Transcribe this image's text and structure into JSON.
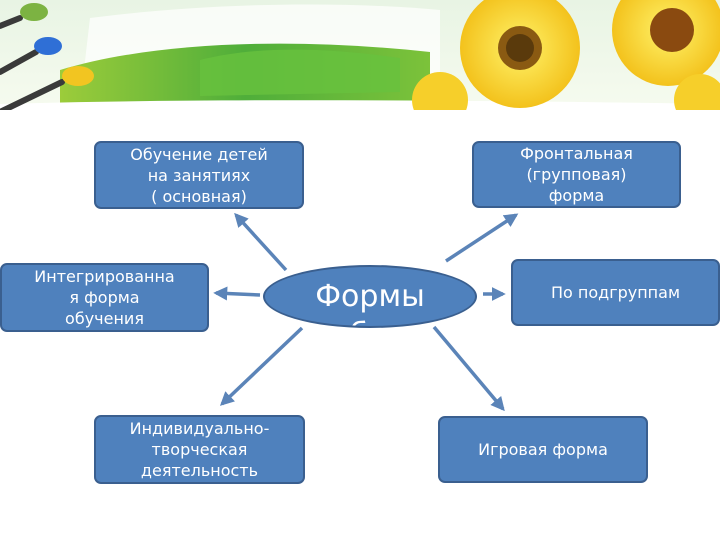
{
  "diagram": {
    "center_label": "Формы\nработы",
    "nodes": {
      "top_left": "Обучение детей\nна занятиях\n( основная)",
      "top_right": "Фронтальная\n(групповая)\nформа",
      "middle_left": "Интегрированна\nя форма\nобучения",
      "middle_right": "По подгруппам",
      "bottom_left": "Индивидуально-\nтворческая\nдеятельность",
      "bottom_right": "Игровая форма"
    }
  },
  "colors": {
    "node_fill": "#4f81bd",
    "node_border": "#3a5f8f",
    "arrow": "#5b84b8",
    "text": "#ffffff"
  }
}
